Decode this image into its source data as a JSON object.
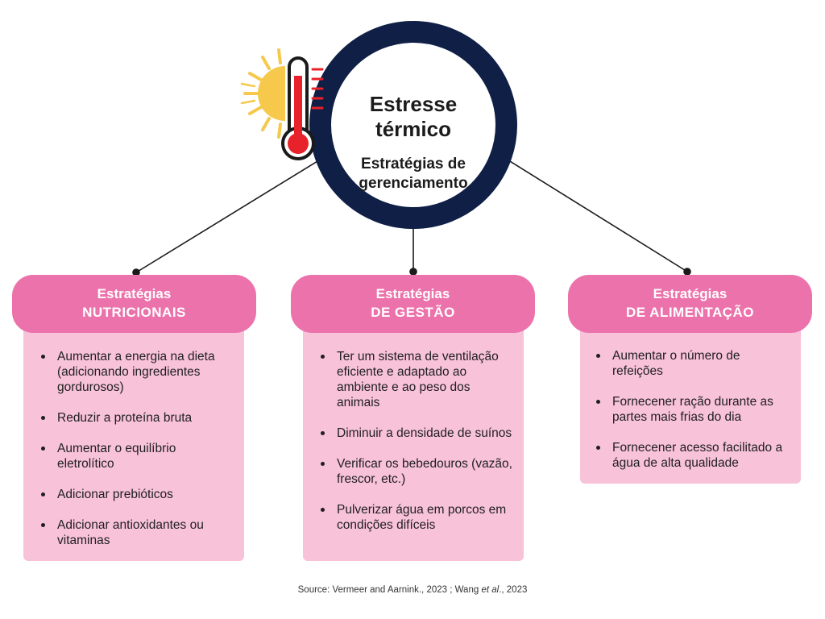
{
  "hub": {
    "title": "Estresse térmico",
    "subtitle": "Estratégias de gerenciamento"
  },
  "icons": [
    "sun-icon",
    "thermometer-icon"
  ],
  "colors": {
    "ring": "#0f1f45",
    "header": "#ec72ab",
    "card": "#f8c2d9",
    "sun": "#f6c94c",
    "thermometer": "#e8222a"
  },
  "cards": [
    {
      "title_line1": "Estratégias",
      "title_line2": "NUTRICIONAIS",
      "items": [
        "Aumentar a energia na dieta (adicionando ingredientes gordurosos)",
        "Reduzir a proteína bruta",
        "Aumentar o equilíbrio eletrolítico",
        "Adicionar prebióticos",
        "Adicionar antioxidantes ou vitaminas"
      ]
    },
    {
      "title_line1": "Estratégias",
      "title_line2": "DE GESTÃO",
      "items": [
        "Ter um sistema de ventilação eficiente e adaptado ao ambiente e ao peso dos animais",
        "Diminuir a densidade de suínos",
        "Verificar os bebedouros (vazão, frescor, etc.)",
        "Pulverizar água em porcos em condições difíceis"
      ]
    },
    {
      "title_line1": "Estratégias",
      "title_line2": "DE ALIMENTAÇÃO",
      "items": [
        "Aumentar o número de refeições",
        "Fornecener ração durante as partes mais frias do dia",
        "Fornecener acesso facilitado a água de alta qualidade"
      ]
    }
  ],
  "source": {
    "prefix": "Source: Vermeer and Aarnink., 2023 ; Wang ",
    "italic": "et al",
    "suffix": "., 2023"
  }
}
